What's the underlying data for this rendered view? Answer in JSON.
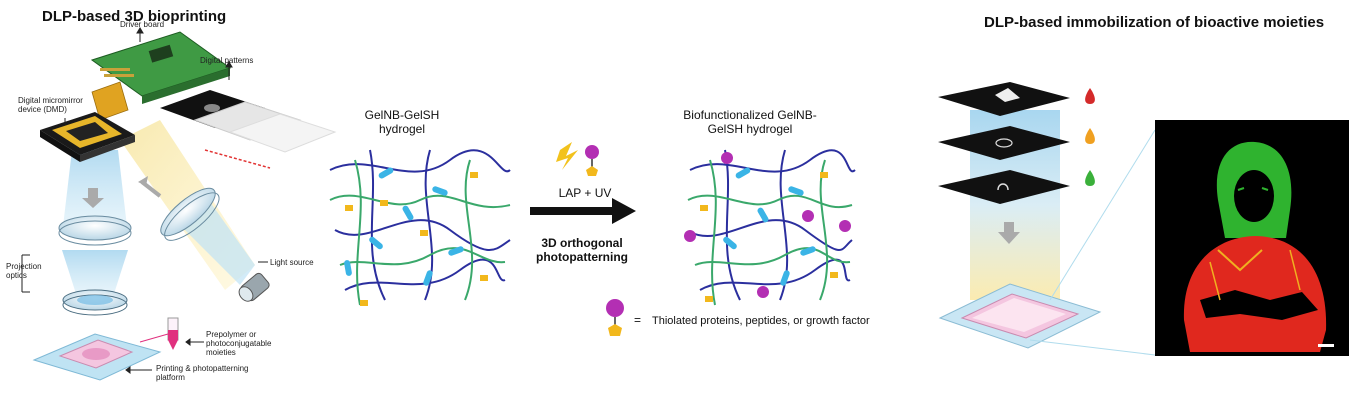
{
  "left_panel": {
    "title": "DLP-based 3D bioprinting",
    "labels": {
      "driver_board": "Driver board",
      "digital_patterns": "Digital patterns",
      "dmd": "Digital micromirror device (DMD)",
      "projection_optics": "Projection optics",
      "light_source": "Light source",
      "prepolymer": "Prepolymer or photoconjugatable moieties",
      "platform": "Printing & photopatterning platform"
    }
  },
  "middle_panel": {
    "hydrogel_label": "GelNB-GelSH hydrogel",
    "reaction_condition": "LAP + UV",
    "process": "3D orthogonal photopatterning",
    "product_label": "Biofunctionalized GelNB-GelSH hydrogel",
    "legend_equals": "=",
    "legend_text": "Thiolated proteins, peptides, or growth factor"
  },
  "right_panel": {
    "title": "DLP-based immobilization of bioactive moieties"
  },
  "colors": {
    "gel_blue": "#2b2f9e",
    "gel_green": "#3aa86b",
    "crosslink_cyan": "#3ab4e6",
    "crosslink_yellow": "#f2b81c",
    "protein_magenta": "#b32fb3",
    "drop_red": "#d42a2a",
    "drop_orange": "#f0a020",
    "drop_green": "#3ab03a"
  }
}
